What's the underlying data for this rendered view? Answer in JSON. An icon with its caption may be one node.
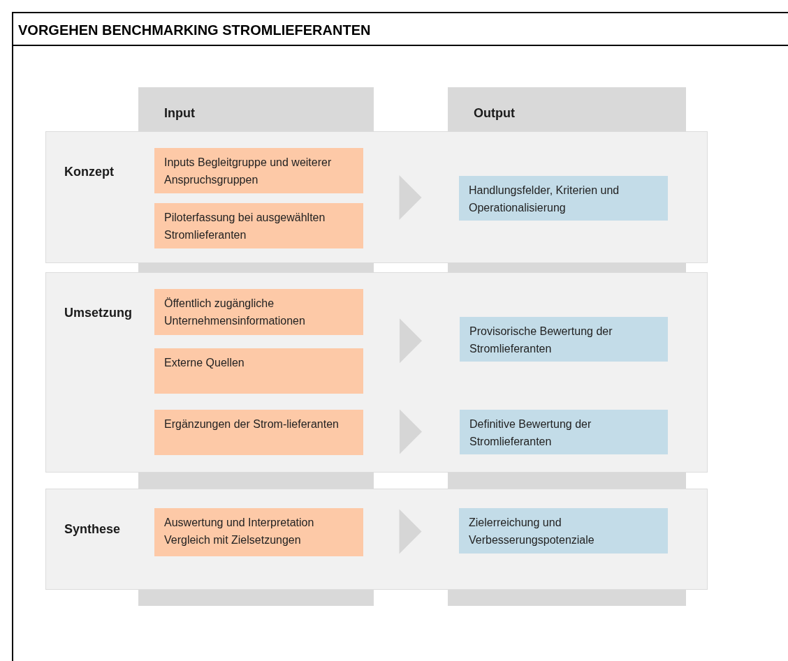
{
  "diagram": {
    "title": "VORGEHEN BENCHMARKING STROMLIEFERANTEN",
    "nodes": [
      {
        "text": [
          "Input"
        ]
      },
      {
        "text": [
          "Output"
        ]
      },
      {
        "text": [
          "Konzept"
        ]
      },
      {
        "text": [
          "Inputs Begleitgruppe und weiterer Anspruchsgruppen"
        ],
        "in": 2
      },
      {
        "text": [
          "Piloterfassung bei ausgewählten Stromlieferanten"
        ],
        "in": 2
      },
      {
        "text": [
          "Handlungsfelder, Kriterien und Operationalisierung"
        ],
        "in": 2
      },
      {
        "text": [
          "Umsetzung"
        ]
      },
      {
        "text": [
          "Öffentlich zugängliche Unternehmensinformationen"
        ],
        "in": 6
      },
      {
        "text": [
          "Externe Quellen"
        ],
        "in": 6
      },
      {
        "text": [
          "Ergänzungen der Strom-lieferanten"
        ],
        "in": 6
      },
      {
        "text": [
          "Provisorische Bewertung der Stromlieferanten"
        ],
        "in": 6
      },
      {
        "text": [
          "Definitive Bewertung der Stromlieferanten"
        ],
        "in": 6
      },
      {
        "text": [
          "Synthese"
        ]
      },
      {
        "text": [
          "Auswertung und Interpretation Vergleich mit Zielsetzungen"
        ],
        "in": 12
      },
      {
        "text": [
          "Zielerreichung und Verbesserungspotenziale"
        ],
        "in": 12
      }
    ],
    "edges": [
      {
        "from": 3,
        "to": 5,
        "arrow": "to"
      },
      {
        "from": 4,
        "to": 5,
        "arrow": "to"
      },
      {
        "from": 7,
        "to": 10,
        "arrow": "to"
      },
      {
        "from": 8,
        "to": 10,
        "arrow": "to"
      },
      {
        "from": 9,
        "to": 11,
        "arrow": "to"
      },
      {
        "from": 13,
        "to": 14,
        "arrow": "to"
      }
    ]
  }
}
